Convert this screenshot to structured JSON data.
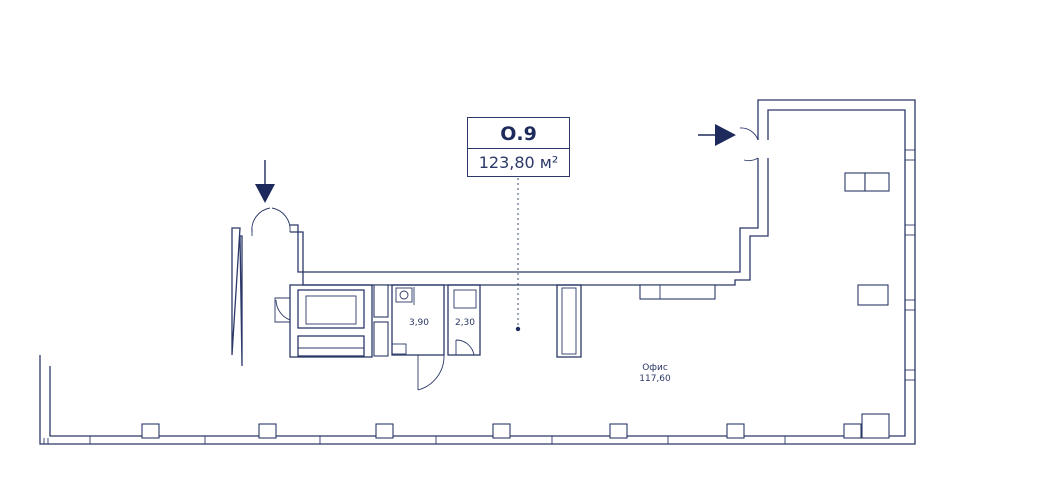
{
  "unit": {
    "number": "О.9",
    "total_area": "123,80 м²"
  },
  "rooms": {
    "office": {
      "name": "Офис",
      "area": "117,60"
    },
    "bath_a": {
      "area": "3,90"
    },
    "bath_b": {
      "area": "2,30"
    }
  },
  "colors": {
    "line": "#2b3868",
    "arrow": "#1e2a5c",
    "background": "#ffffff"
  },
  "icons": [
    "entrance-arrow-down-icon",
    "entrance-arrow-right-icon"
  ]
}
